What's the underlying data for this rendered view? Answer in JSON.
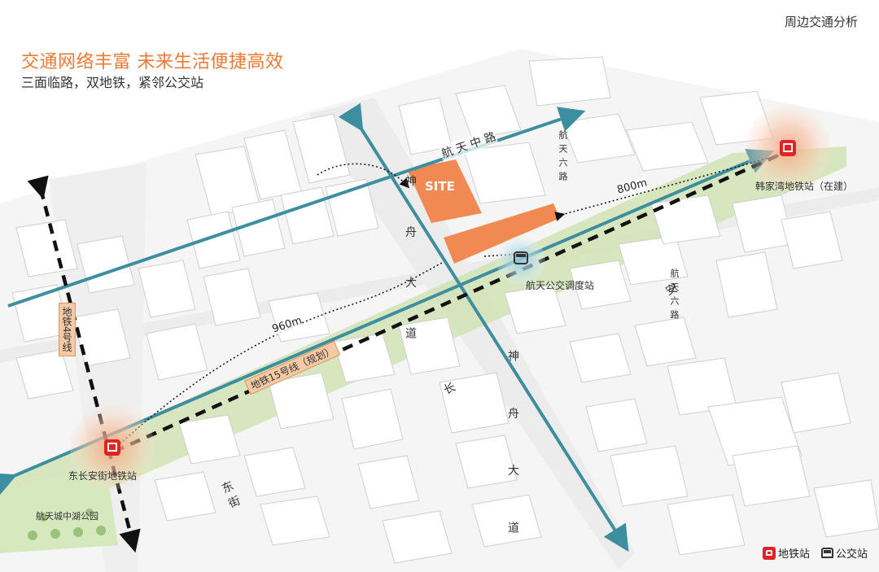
{
  "header": {
    "title": "周边交通分析"
  },
  "headline": "交通网络丰富 未来生活便捷高效",
  "subline": "三面临路，双地铁，紧邻公交站",
  "roads": {
    "hangtian_zhong": "航 天 中 路",
    "shenzhou_upper": "神 舟 大 道",
    "shenzhou_lower": "神 舟 大 道",
    "chang_an": "东 长 安 街",
    "hangtian_liu_1": "航天六路",
    "hangtian_liu_2": "航天六路"
  },
  "lines": {
    "metro4": "地铁4号线",
    "metro15": "地铁15号线（规划）"
  },
  "stations": {
    "hanjiawan": "韩家湾地铁站（在建）",
    "dongchangan": "东长安街地铁站",
    "bus_depot": "航天公交调度站"
  },
  "distances": {
    "east": "800m",
    "west": "960m"
  },
  "site_label": "SITE",
  "park_label": "航天城中湖公园",
  "legend": {
    "metro": "地铁站",
    "bus": "公交站"
  },
  "colors": {
    "road_arrow": "#3d8e9e",
    "site_orange": "#f08a52",
    "metro_red": "#e02424",
    "headline_orange": "#ec7a35",
    "green_belt": "#cfe2b1"
  }
}
